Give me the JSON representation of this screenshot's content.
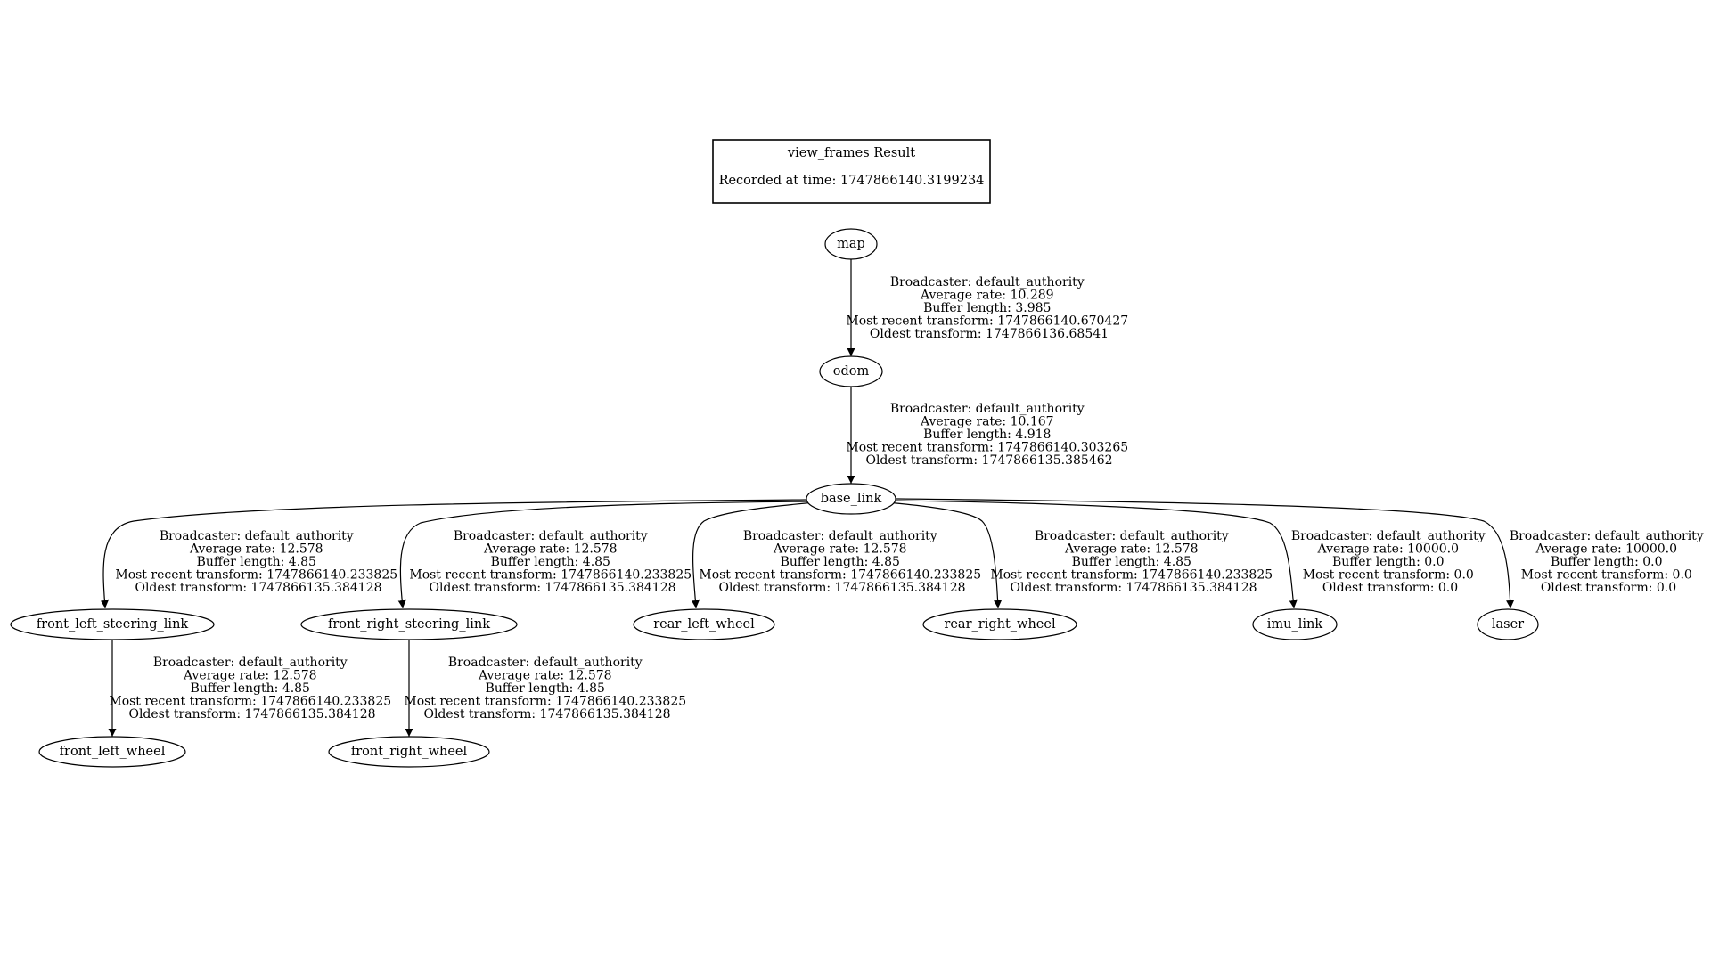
{
  "header": {
    "title": "view_frames Result",
    "recorded": "Recorded at time: 1747866140.3199234"
  },
  "nodes": {
    "map": "map",
    "odom": "odom",
    "base_link": "base_link",
    "front_left_steering_link": "front_left_steering_link",
    "front_right_steering_link": "front_right_steering_link",
    "rear_left_wheel": "rear_left_wheel",
    "rear_right_wheel": "rear_right_wheel",
    "imu_link": "imu_link",
    "laser": "laser",
    "front_left_wheel": "front_left_wheel",
    "front_right_wheel": "front_right_wheel"
  },
  "edges": {
    "map_odom": [
      "Broadcaster: default_authority",
      "Average rate: 10.289",
      "Buffer length: 3.985",
      "Most recent transform: 1747866140.670427",
      "Oldest transform: 1747866136.68541"
    ],
    "odom_base": [
      "Broadcaster: default_authority",
      "Average rate: 10.167",
      "Buffer length: 4.918",
      "Most recent transform: 1747866140.303265",
      "Oldest transform: 1747866135.385462"
    ],
    "base_fls": [
      "Broadcaster: default_authority",
      "Average rate: 12.578",
      "Buffer length: 4.85",
      "Most recent transform: 1747866140.233825",
      "Oldest transform: 1747866135.384128"
    ],
    "base_frs": [
      "Broadcaster: default_authority",
      "Average rate: 12.578",
      "Buffer length: 4.85",
      "Most recent transform: 1747866140.233825",
      "Oldest transform: 1747866135.384128"
    ],
    "base_rlw": [
      "Broadcaster: default_authority",
      "Average rate: 12.578",
      "Buffer length: 4.85",
      "Most recent transform: 1747866140.233825",
      "Oldest transform: 1747866135.384128"
    ],
    "base_rrw": [
      "Broadcaster: default_authority",
      "Average rate: 12.578",
      "Buffer length: 4.85",
      "Most recent transform: 1747866140.233825",
      "Oldest transform: 1747866135.384128"
    ],
    "base_imu": [
      "Broadcaster: default_authority",
      "Average rate: 10000.0",
      "Buffer length: 0.0",
      "Most recent transform: 0.0",
      "Oldest transform: 0.0"
    ],
    "base_laser": [
      "Broadcaster: default_authority",
      "Average rate: 10000.0",
      "Buffer length: 0.0",
      "Most recent transform: 0.0",
      "Oldest transform: 0.0"
    ],
    "fls_flw": [
      "Broadcaster: default_authority",
      "Average rate: 12.578",
      "Buffer length: 4.85",
      "Most recent transform: 1747866140.233825",
      "Oldest transform: 1747866135.384128"
    ],
    "frs_frw": [
      "Broadcaster: default_authority",
      "Average rate: 12.578",
      "Buffer length: 4.85",
      "Most recent transform: 1747866140.233825",
      "Oldest transform: 1747866135.384128"
    ]
  }
}
